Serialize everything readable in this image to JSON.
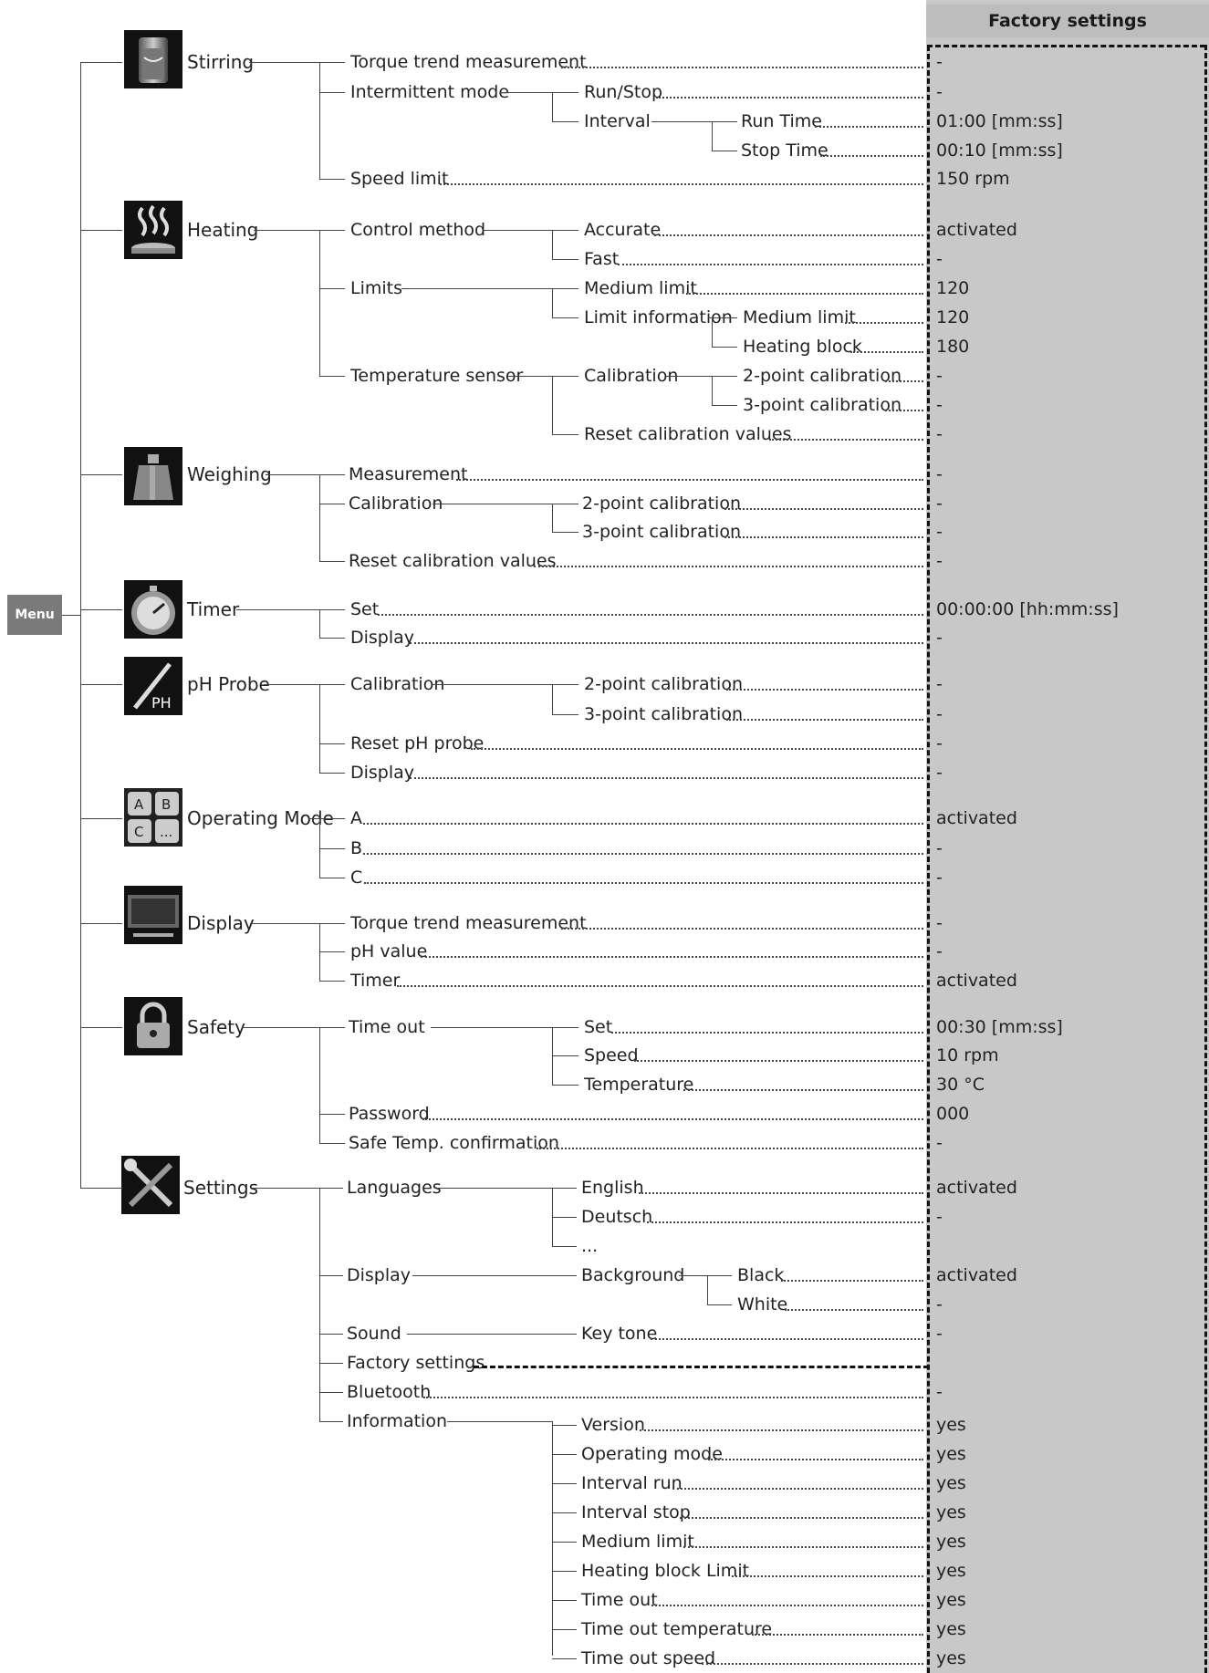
{
  "header": {
    "factory_settings": "Factory settings"
  },
  "menu": {
    "label": "Menu"
  },
  "icons": {
    "stirring": "stirring-beaker-icon",
    "heating": "heating-plate-icon",
    "weighing": "weight-icon",
    "timer": "stopwatch-icon",
    "ph_probe": "ph-probe-icon",
    "operating_mode": "abc-keys-icon",
    "display": "monitor-icon",
    "safety": "padlock-icon",
    "settings": "tools-icon"
  },
  "categories": [
    "Stirring",
    "Heating",
    "Weighing",
    "Timer",
    "pH Probe",
    "Operating Mode",
    "Display",
    "Safety",
    "Settings"
  ],
  "labels": {
    "torque_trend": "Torque trend measurement",
    "intermittent": "Intermittent mode",
    "run_stop": "Run/Stop",
    "interval": "Interval",
    "run_time": "Run Time",
    "stop_time": "Stop Time",
    "speed_limit": "Speed limit",
    "control_method": "Control method",
    "accurate": "Accurate",
    "fast": "Fast",
    "limits": "Limits",
    "medium_limit": "Medium limit",
    "limit_information": "Limit information",
    "heating_block": "Heating block",
    "temperature_sensor": "Temperature sensor",
    "calibration": "Calibration",
    "two_point": "2-point calibration",
    "three_point": "3-point calibration",
    "reset_cal": "Reset calibration values",
    "measurement": "Measurement",
    "set": "Set",
    "display": "Display",
    "reset_ph": "Reset pH probe",
    "a": "A",
    "b": "B",
    "c": "C",
    "ph_value": "pH value",
    "timer": "Timer",
    "time_out": "Time out",
    "speed": "Speed",
    "temperature": "Temperature",
    "password": "Password",
    "safe_temp": "Safe Temp. confirmation",
    "languages": "Languages",
    "english": "English",
    "deutsch": "Deutsch",
    "ellipsis": "...",
    "background": "Background",
    "black": "Black",
    "white": "White",
    "sound": "Sound",
    "key_tone": "Key tone",
    "factory_settings": "Factory settings",
    "bluetooth": "Bluetooth",
    "information": "Information",
    "version": "Version",
    "operating_mode": "Operating mode",
    "interval_run": "Interval run",
    "interval_stop": "Interval stop",
    "heating_block_limit": "Heating block Limit",
    "time_out_temperature": "Time out temperature",
    "time_out_speed": "Time out speed"
  },
  "values": {
    "dash": "-",
    "run_time": "01:00 [mm:ss]",
    "stop_time": "00:10 [mm:ss]",
    "speed_limit": "150 rpm",
    "activated": "activated",
    "v120": "120",
    "v180": "180",
    "timer_set": "00:00:00 [hh:mm:ss]",
    "timeout_set": "00:30 [mm:ss]",
    "timeout_speed": "10 rpm",
    "timeout_temp": "30 °C",
    "password": "000",
    "yes": "yes"
  }
}
